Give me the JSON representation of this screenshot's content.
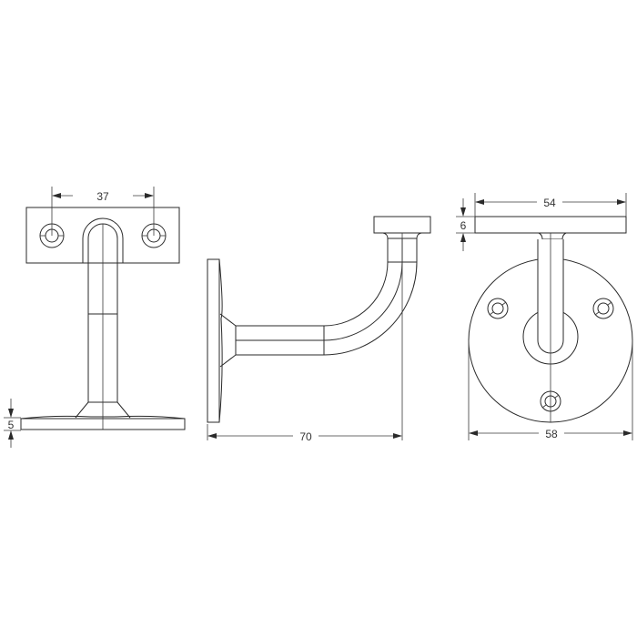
{
  "drawing": {
    "subject": "Handrail bracket technical drawing",
    "views": [
      {
        "name": "front-view",
        "label": ""
      },
      {
        "name": "side-view",
        "label": ""
      },
      {
        "name": "top-view",
        "label": ""
      }
    ]
  },
  "dimensions": {
    "hole_spacing": "37",
    "base_thickness": "5",
    "projection": "70",
    "saddle_width": "54",
    "saddle_thickness": "6",
    "base_diameter": "58"
  },
  "colors": {
    "line": "#2a2a2a",
    "background": "#ffffff"
  }
}
